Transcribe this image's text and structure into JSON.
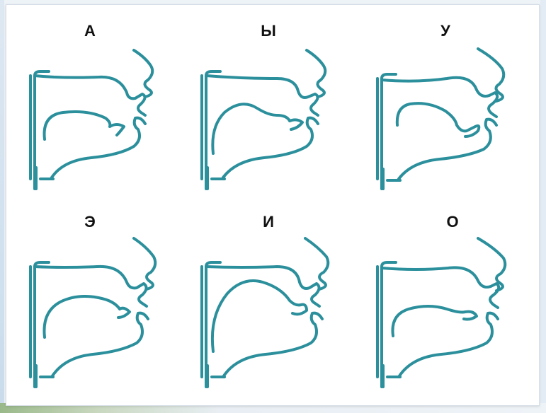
{
  "colors": {
    "line": "#2b8f9c",
    "letter": "#111111",
    "background": "#ffffff"
  },
  "vowels": [
    {
      "letter": "А",
      "profile": "a"
    },
    {
      "letter": "Ы",
      "profile": "y"
    },
    {
      "letter": "У",
      "profile": "u"
    },
    {
      "letter": "Э",
      "profile": "e"
    },
    {
      "letter": "И",
      "profile": "i"
    },
    {
      "letter": "О",
      "profile": "o"
    }
  ]
}
